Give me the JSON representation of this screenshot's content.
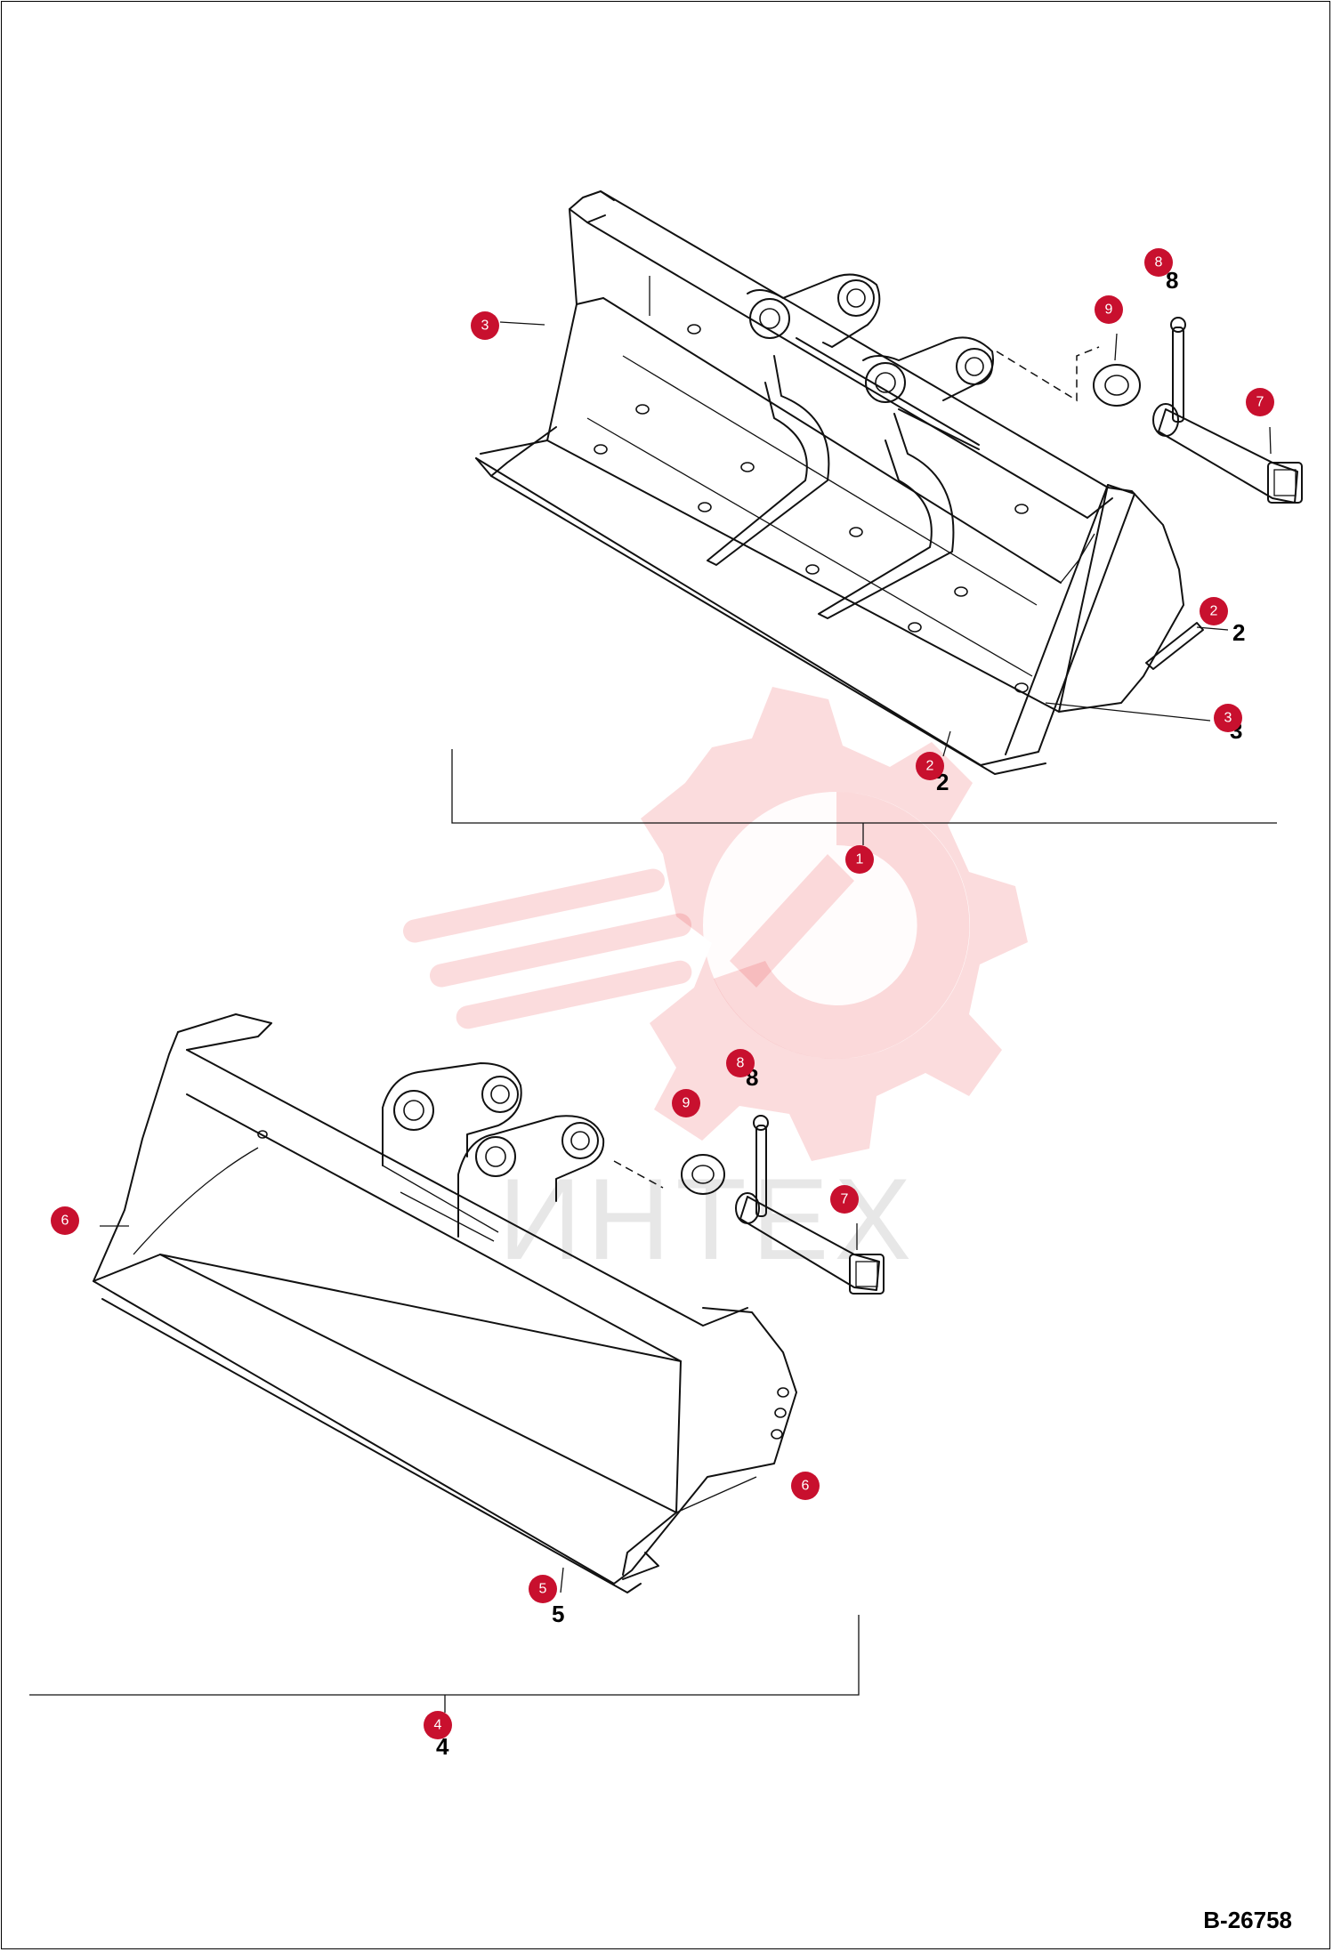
{
  "drawing_number": "B-26758",
  "watermark_text": "ИНТЕХ",
  "accent_color": "#c8102e",
  "watermark_color": "#e8232a",
  "callouts": {
    "upper": [
      "8",
      "9",
      "7",
      "3",
      "2",
      "3",
      "2",
      "1"
    ],
    "lower": [
      "8",
      "9",
      "7",
      "6",
      "6",
      "5",
      "4"
    ]
  },
  "part_labels": {
    "upper": [
      "8",
      "2",
      "3",
      "2"
    ],
    "lower": [
      "8",
      "5",
      "4"
    ]
  }
}
